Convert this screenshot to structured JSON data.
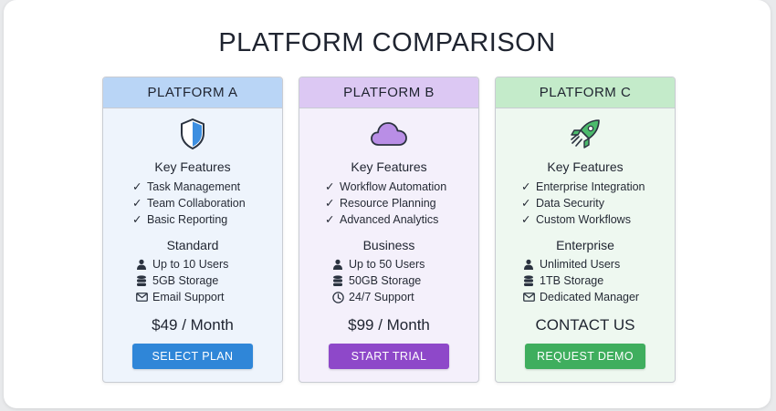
{
  "page": {
    "title": "PLATFORM COMPARISON"
  },
  "plans": [
    {
      "name": "PLATFORM A",
      "icon": "shield-icon",
      "features_title": "Key Features",
      "features": [
        "Task Management",
        "Team Collaboration",
        "Basic Reporting"
      ],
      "tier": "Standard",
      "specs": [
        {
          "icon": "user-icon",
          "text": "Up to 10 Users"
        },
        {
          "icon": "database-icon",
          "text": "5GB Storage"
        },
        {
          "icon": "envelope-icon",
          "text": "Email Support"
        }
      ],
      "price": "$49 / Month",
      "cta": "SELECT PLAN",
      "accent": "#2f86d8"
    },
    {
      "name": "PLATFORM B",
      "icon": "cloud-icon",
      "features_title": "Key Features",
      "features": [
        "Workflow Automation",
        "Resource Planning",
        "Advanced Analytics"
      ],
      "tier": "Business",
      "specs": [
        {
          "icon": "user-icon",
          "text": "Up to 50 Users"
        },
        {
          "icon": "database-icon",
          "text": "50GB Storage"
        },
        {
          "icon": "clock-icon",
          "text": "24/7 Support"
        }
      ],
      "price": "$99 / Month",
      "cta": "START TRIAL",
      "accent": "#8e48c9"
    },
    {
      "name": "PLATFORM C",
      "icon": "rocket-icon",
      "features_title": "Key Features",
      "features": [
        "Enterprise Integration",
        "Data Security",
        "Custom Workflows"
      ],
      "tier": "Enterprise",
      "specs": [
        {
          "icon": "user-icon",
          "text": "Unlimited Users"
        },
        {
          "icon": "database-icon",
          "text": "1TB Storage"
        },
        {
          "icon": "envelope-icon",
          "text": "Dedicated Manager"
        }
      ],
      "price": "CONTACT US",
      "cta": "REQUEST DEMO",
      "accent": "#3fae5e"
    }
  ]
}
